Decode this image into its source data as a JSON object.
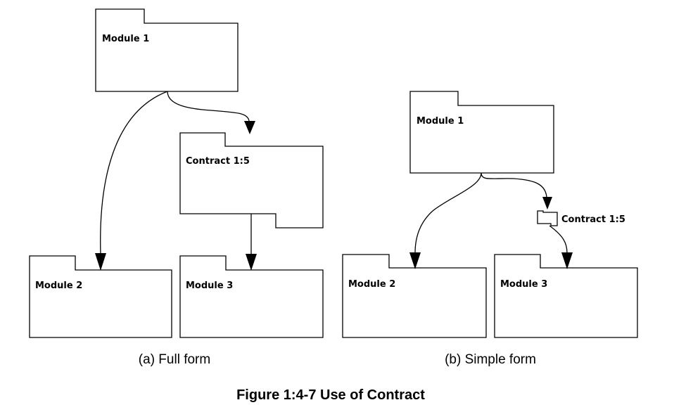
{
  "full_form": {
    "module1": "Module 1",
    "contract": "Contract 1:5",
    "module2": "Module 2",
    "module3": "Module 3",
    "caption": "(a) Full form"
  },
  "simple_form": {
    "module1": "Module 1",
    "contract": "Contract 1:5",
    "module2": "Module 2",
    "module3": "Module 3",
    "caption": "(b) Simple form"
  },
  "figure_title": "Figure 1:4-7 Use of Contract"
}
